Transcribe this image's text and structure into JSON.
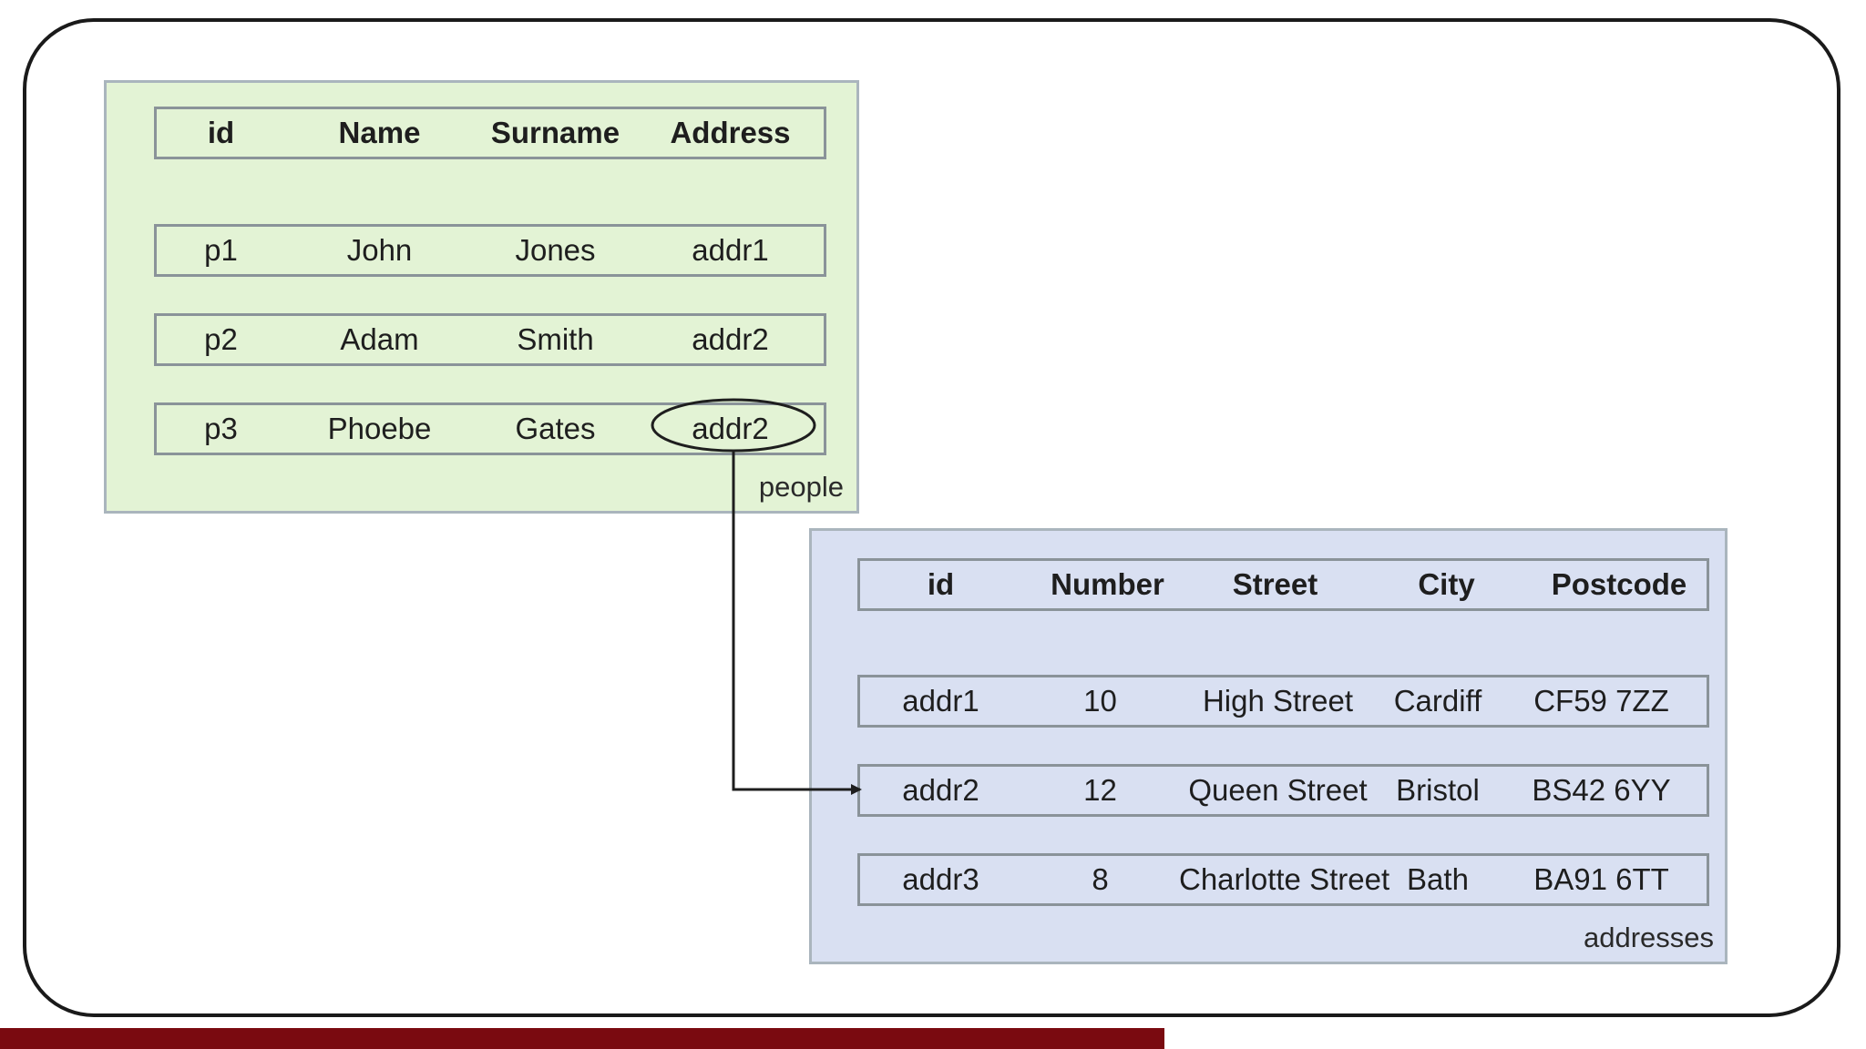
{
  "people": {
    "caption": "people",
    "columns": [
      "id",
      "Name",
      "Surname",
      "Address"
    ],
    "rows": [
      [
        "p1",
        "John",
        "Jones",
        "addr1"
      ],
      [
        "p2",
        "Adam",
        "Smith",
        "addr2"
      ],
      [
        "p3",
        "Phoebe",
        "Gates",
        "addr2"
      ]
    ],
    "highlighted_cell": "addr2",
    "fill_color": "#e3f3d5"
  },
  "addresses": {
    "caption": "addresses",
    "columns": [
      "id",
      "Number",
      "Street",
      "City",
      "Postcode"
    ],
    "rows": [
      [
        "addr1",
        "10",
        "High Street",
        "Cardiff",
        "CF59 7ZZ"
      ],
      [
        "addr2",
        "12",
        "Queen Street",
        "Bristol",
        "BS42 6YY"
      ],
      [
        "addr3",
        "8",
        "Charlotte Street",
        "Bath",
        "BA91 6TT"
      ]
    ],
    "fill_color": "#d9e0f2"
  },
  "link": {
    "from": "people.p3.Address",
    "to": "addresses.addr2"
  },
  "colors": {
    "footer_bar": "#7a0a10",
    "frame": "#1a1a1a"
  }
}
